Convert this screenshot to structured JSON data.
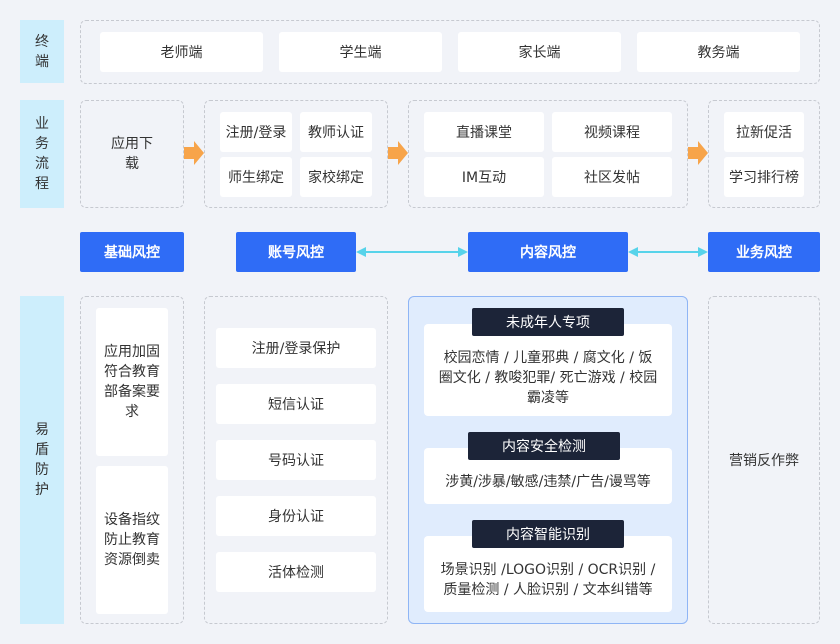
{
  "rows": {
    "terminal": "终端",
    "process": "业务流程",
    "shield": "易盾防护"
  },
  "terminals": [
    "老师端",
    "学生端",
    "家长端",
    "教务端"
  ],
  "process": {
    "download": "应用下载",
    "account": [
      "注册/登录",
      "教师认证",
      "师生绑定",
      "家校绑定"
    ],
    "content": [
      "直播课堂",
      "视频课程",
      "IM互动",
      "社区发帖"
    ],
    "business": [
      "拉新促活",
      "学习排行榜"
    ]
  },
  "risk_controls": [
    "基础风控",
    "账号风控",
    "内容风控",
    "业务风控"
  ],
  "protection": {
    "basic": [
      "应用加固符合教育部备案要求",
      "设备指纹防止教育资源倒卖"
    ],
    "account": [
      "注册/登录保护",
      "短信认证",
      "号码认证",
      "身份认证",
      "活体检测"
    ],
    "content": [
      {
        "title": "未成年人专项",
        "lines": [
          "校园恋情 / 儿童邪典 / 腐文化 / 饭",
          "圈文化 / 教唆犯罪/ 死亡游戏 / 校园",
          "霸凌等"
        ]
      },
      {
        "title": "内容安全检测",
        "lines": [
          "涉黄/涉暴/敏感/违禁/广告/谩骂等"
        ]
      },
      {
        "title": "内容智能识别",
        "lines": [
          "场景识别 /LOGO识别 / OCR识别 /",
          "质量检测 / 人脸识别 / 文本纠错等"
        ]
      }
    ],
    "business": "营销反作弊"
  },
  "colors": {
    "side": "#cdeefc",
    "primary": "#2f6cf6",
    "dark": "#1c2438",
    "arrow": "#f7a44a",
    "connector": "#57d3ea"
  }
}
